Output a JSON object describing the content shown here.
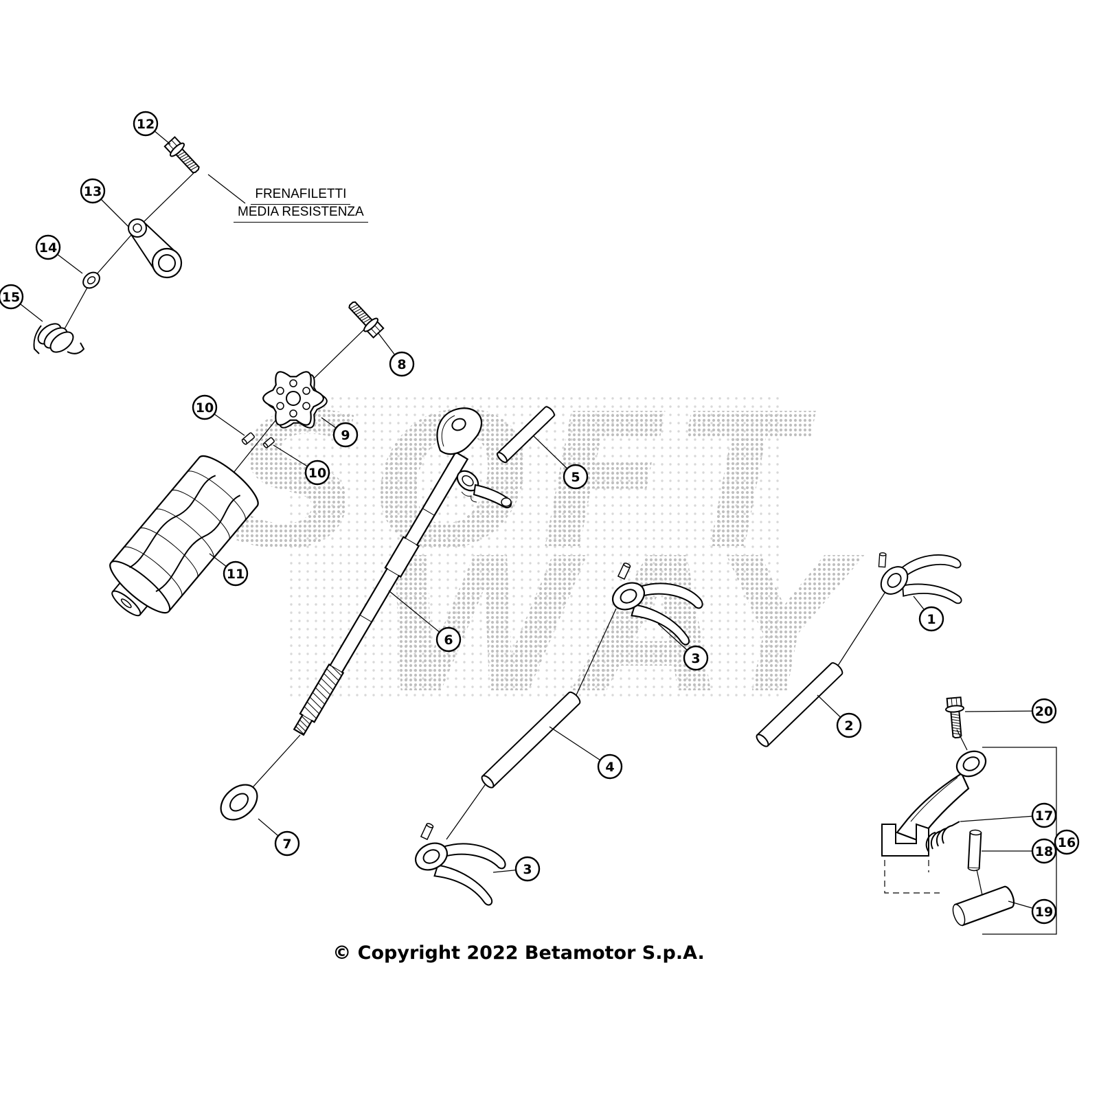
{
  "diagram": {
    "watermark": {
      "line1": "SOFT",
      "line2": "WAY"
    },
    "note": {
      "line1": "FRENAFILETTI",
      "line2": "MEDIA RESISTENZA"
    },
    "copyright": "© Copyright 2022 Betamotor S.p.A.",
    "colors": {
      "line": "#000000",
      "background": "#ffffff",
      "watermark_dot": "#b5b5b5"
    },
    "callouts": [
      {
        "label": "1"
      },
      {
        "label": "2"
      },
      {
        "label": "3"
      },
      {
        "label": "3"
      },
      {
        "label": "4"
      },
      {
        "label": "5"
      },
      {
        "label": "6"
      },
      {
        "label": "7"
      },
      {
        "label": "8"
      },
      {
        "label": "9"
      },
      {
        "label": "10"
      },
      {
        "label": "10"
      },
      {
        "label": "11"
      },
      {
        "label": "12"
      },
      {
        "label": "13"
      },
      {
        "label": "14"
      },
      {
        "label": "15"
      },
      {
        "label": "16"
      },
      {
        "label": "17"
      },
      {
        "label": "18"
      },
      {
        "label": "19"
      },
      {
        "label": "20"
      }
    ]
  }
}
